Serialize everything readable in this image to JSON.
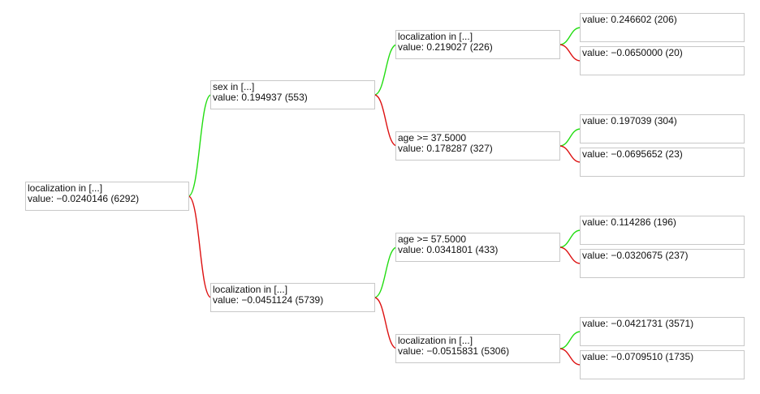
{
  "colors": {
    "yes_branch": "#22dd11",
    "no_branch": "#dd1111",
    "node_border": "#c8c8c8"
  },
  "tree": {
    "split": "localization in [...]",
    "value": "value: −0.0240146 (6292)",
    "yes": {
      "split": "sex in [...]",
      "value": "value: 0.194937 (553)",
      "yes": {
        "split": "localization in [...]",
        "value": "value: 0.219027 (226)",
        "yes": {
          "value": "value: 0.246602 (206)"
        },
        "no": {
          "value": "value: −0.0650000 (20)"
        }
      },
      "no": {
        "split": "age >= 37.5000",
        "value": "value: 0.178287 (327)",
        "yes": {
          "value": "value: 0.197039 (304)"
        },
        "no": {
          "value": "value: −0.0695652 (23)"
        }
      }
    },
    "no": {
      "split": "localization in [...]",
      "value": "value: −0.0451124 (5739)",
      "yes": {
        "split": "age >= 57.5000",
        "value": "value: 0.0341801 (433)",
        "yes": {
          "value": "value: 0.114286 (196)"
        },
        "no": {
          "value": "value: −0.0320675 (237)"
        }
      },
      "no": {
        "split": "localization in [...]",
        "value": "value: −0.0515831 (5306)",
        "yes": {
          "value": "value: −0.0421731 (3571)"
        },
        "no": {
          "value": "value: −0.0709510 (1735)"
        }
      }
    }
  }
}
